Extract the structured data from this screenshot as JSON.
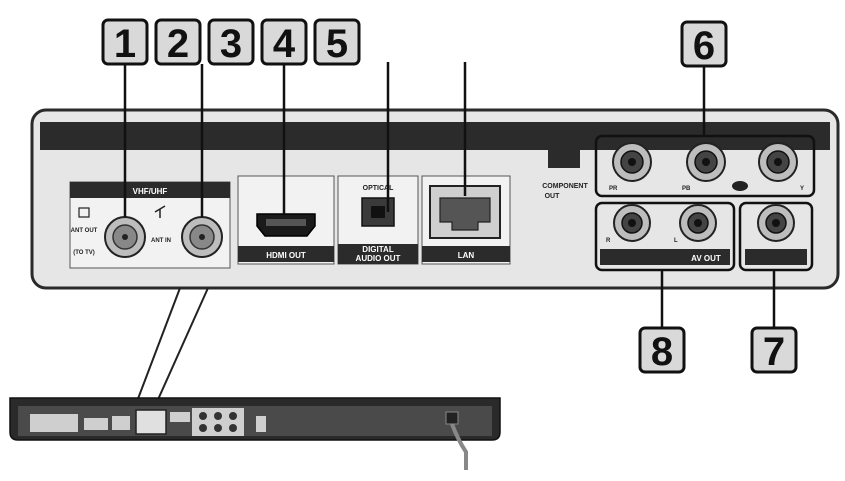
{
  "callouts": {
    "c1": "1",
    "c2": "2",
    "c3": "3",
    "c4": "4",
    "c5": "5",
    "c6": "6",
    "c7": "7",
    "c8": "8"
  },
  "panel_labels": {
    "vhf_uhf": "VHF/UHF",
    "ant_out": "ANT OUT",
    "ant_out_sub": "(TO TV)",
    "ant_in": "ANT IN",
    "hdmi_out": "HDMI OUT",
    "optical": "OPTICAL",
    "digital_audio_out_1": "DIGITAL",
    "digital_audio_out_2": "AUDIO OUT",
    "lan": "LAN",
    "component_out_1": "COMPONENT",
    "component_out_2": "OUT",
    "av_out": "AV OUT",
    "pr": "PR",
    "pb": "PB",
    "y": "Y",
    "r": "R",
    "l": "L"
  },
  "colors": {
    "panel_bg": "#e6e6e6",
    "panel_border": "#2a2a2a",
    "dark_band": "#2b2b2b",
    "callout_box": "#d9d9d9"
  }
}
